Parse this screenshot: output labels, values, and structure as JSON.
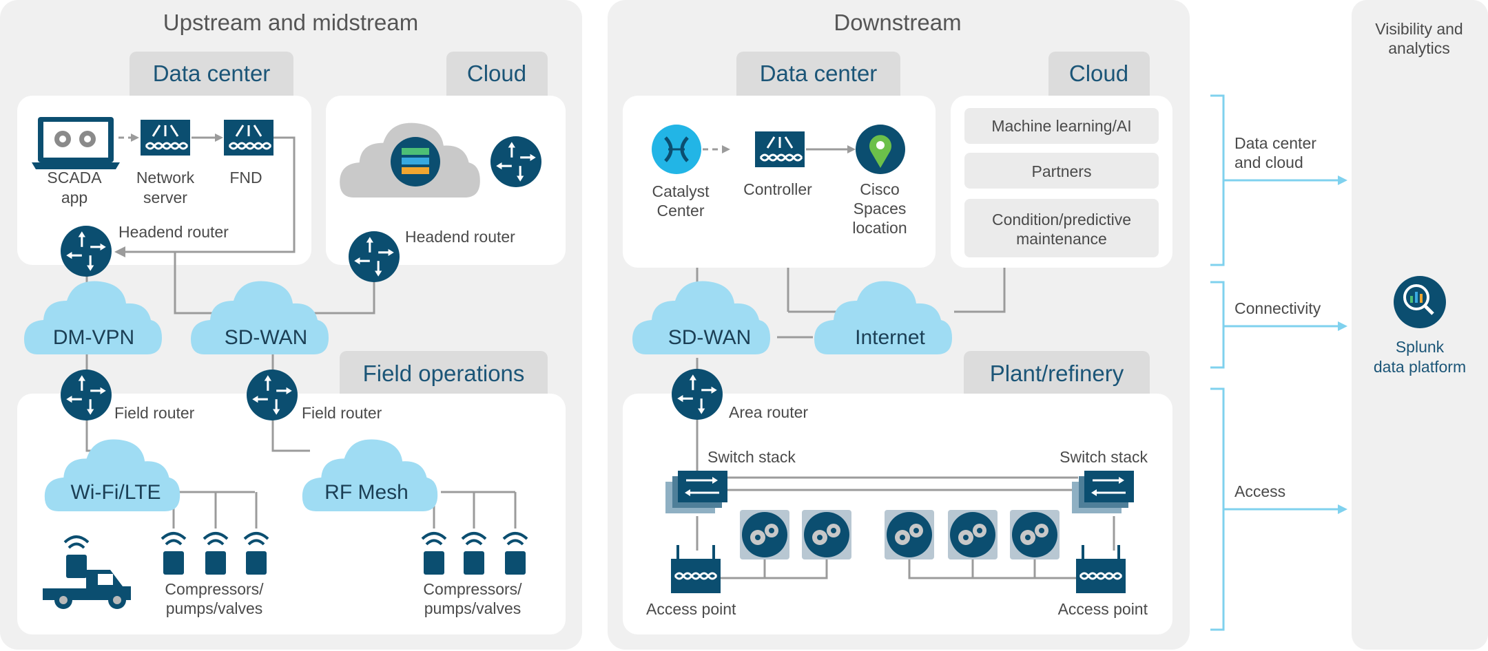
{
  "sections": {
    "upstream": "Upstream and midstream",
    "downstream": "Downstream",
    "visibility_line1": "Visibility and",
    "visibility_line2": "analytics"
  },
  "tabs": {
    "up_datacenter": "Data center",
    "up_cloud": "Cloud",
    "field_ops": "Field operations",
    "down_datacenter": "Data center",
    "down_cloud": "Cloud",
    "plant": "Plant/refinery"
  },
  "upstream": {
    "scada_1": "SCADA",
    "scada_2": "app",
    "netserver_1": "Network",
    "netserver_2": "server",
    "fnd": "FND",
    "headend_left": "Headend router",
    "headend_right": "Headend router",
    "dmvpn": "DM-VPN",
    "sdwan": "SD-WAN",
    "field_router_1": "Field router",
    "field_router_2": "Field router",
    "wifi_lte": "Wi-Fi/LTE",
    "rf_mesh": "RF Mesh",
    "compressors_a_1": "Compressors/",
    "compressors_a_2": "pumps/valves",
    "compressors_b_1": "Compressors/",
    "compressors_b_2": "pumps/valves"
  },
  "downstream": {
    "catalyst_1": "Catalyst",
    "catalyst_2": "Center",
    "controller": "Controller",
    "cisco_spaces_1": "Cisco",
    "cisco_spaces_2": "Spaces",
    "cisco_spaces_3": "location",
    "cloud_cards": {
      "ml": "Machine learning/AI",
      "partners": "Partners",
      "condition_1": "Condition/predictive",
      "condition_2": "maintenance"
    },
    "sdwan": "SD-WAN",
    "internet": "Internet",
    "area_router": "Area router",
    "switch_stack_left": "Switch stack",
    "switch_stack_right": "Switch stack",
    "access_point_left": "Access point",
    "access_point_right": "Access point"
  },
  "side_labels": {
    "dc_cloud_1": "Data center",
    "dc_cloud_2": "and cloud",
    "connectivity": "Connectivity",
    "access": "Access"
  },
  "splunk": {
    "line1": "Splunk",
    "line2": "data platform"
  },
  "colors": {
    "panel": "#f0f0f0",
    "tab": "#dcdcdc",
    "cloud": "#9fdcf3",
    "icon": "#0b4e70",
    "bracket": "#7fd1ee"
  }
}
